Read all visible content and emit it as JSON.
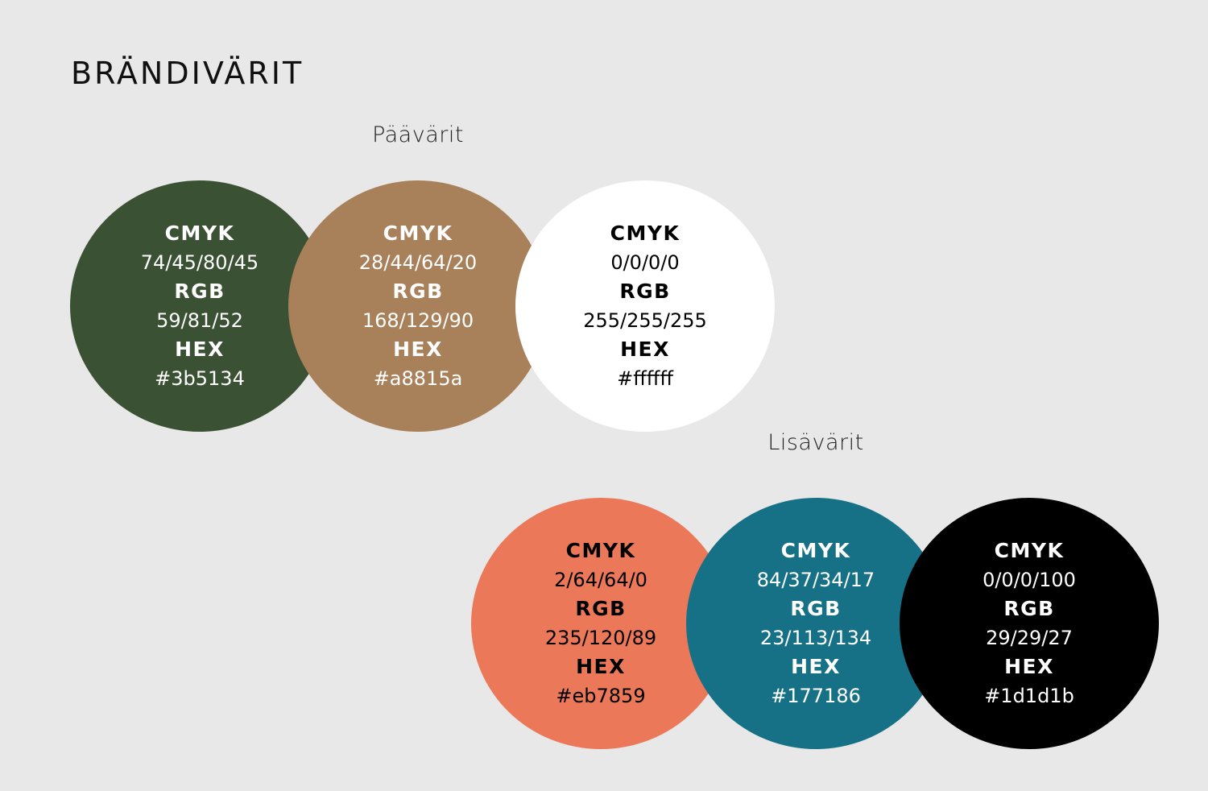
{
  "page": {
    "title": "BRÄNDIVÄRIT",
    "background": "#e8e8e8"
  },
  "groups": {
    "primary": {
      "title": "Päävärit"
    },
    "secondary": {
      "title": "Lisävärit"
    }
  },
  "labels": {
    "cmyk": "CMYK",
    "rgb": "RGB",
    "hex": "HEX"
  },
  "swatches": [
    {
      "group": "primary",
      "color": "#3b5134",
      "text_color": "#ffffff",
      "cmyk": "74/45/80/45",
      "rgb": "59/81/52",
      "hex": "#3b5134"
    },
    {
      "group": "primary",
      "color": "#a8815a",
      "text_color": "#ffffff",
      "cmyk": "28/44/64/20",
      "rgb": "168/129/90",
      "hex": "#a8815a"
    },
    {
      "group": "primary",
      "color": "#ffffff",
      "text_color": "#000000",
      "cmyk": "0/0/0/0",
      "rgb": "255/255/255",
      "hex": "#ffffff"
    },
    {
      "group": "secondary",
      "color": "#eb7859",
      "text_color": "#000000",
      "cmyk": "2/64/64/0",
      "rgb": "235/120/89",
      "hex": "#eb7859"
    },
    {
      "group": "secondary",
      "color": "#177186",
      "text_color": "#ffffff",
      "cmyk": "84/37/34/17",
      "rgb": "23/113/134",
      "hex": "#177186"
    },
    {
      "group": "secondary",
      "color": "#000000",
      "text_color": "#ffffff",
      "cmyk": "0/0/0/100",
      "rgb": "29/29/27",
      "hex": "#1d1d1b"
    }
  ]
}
